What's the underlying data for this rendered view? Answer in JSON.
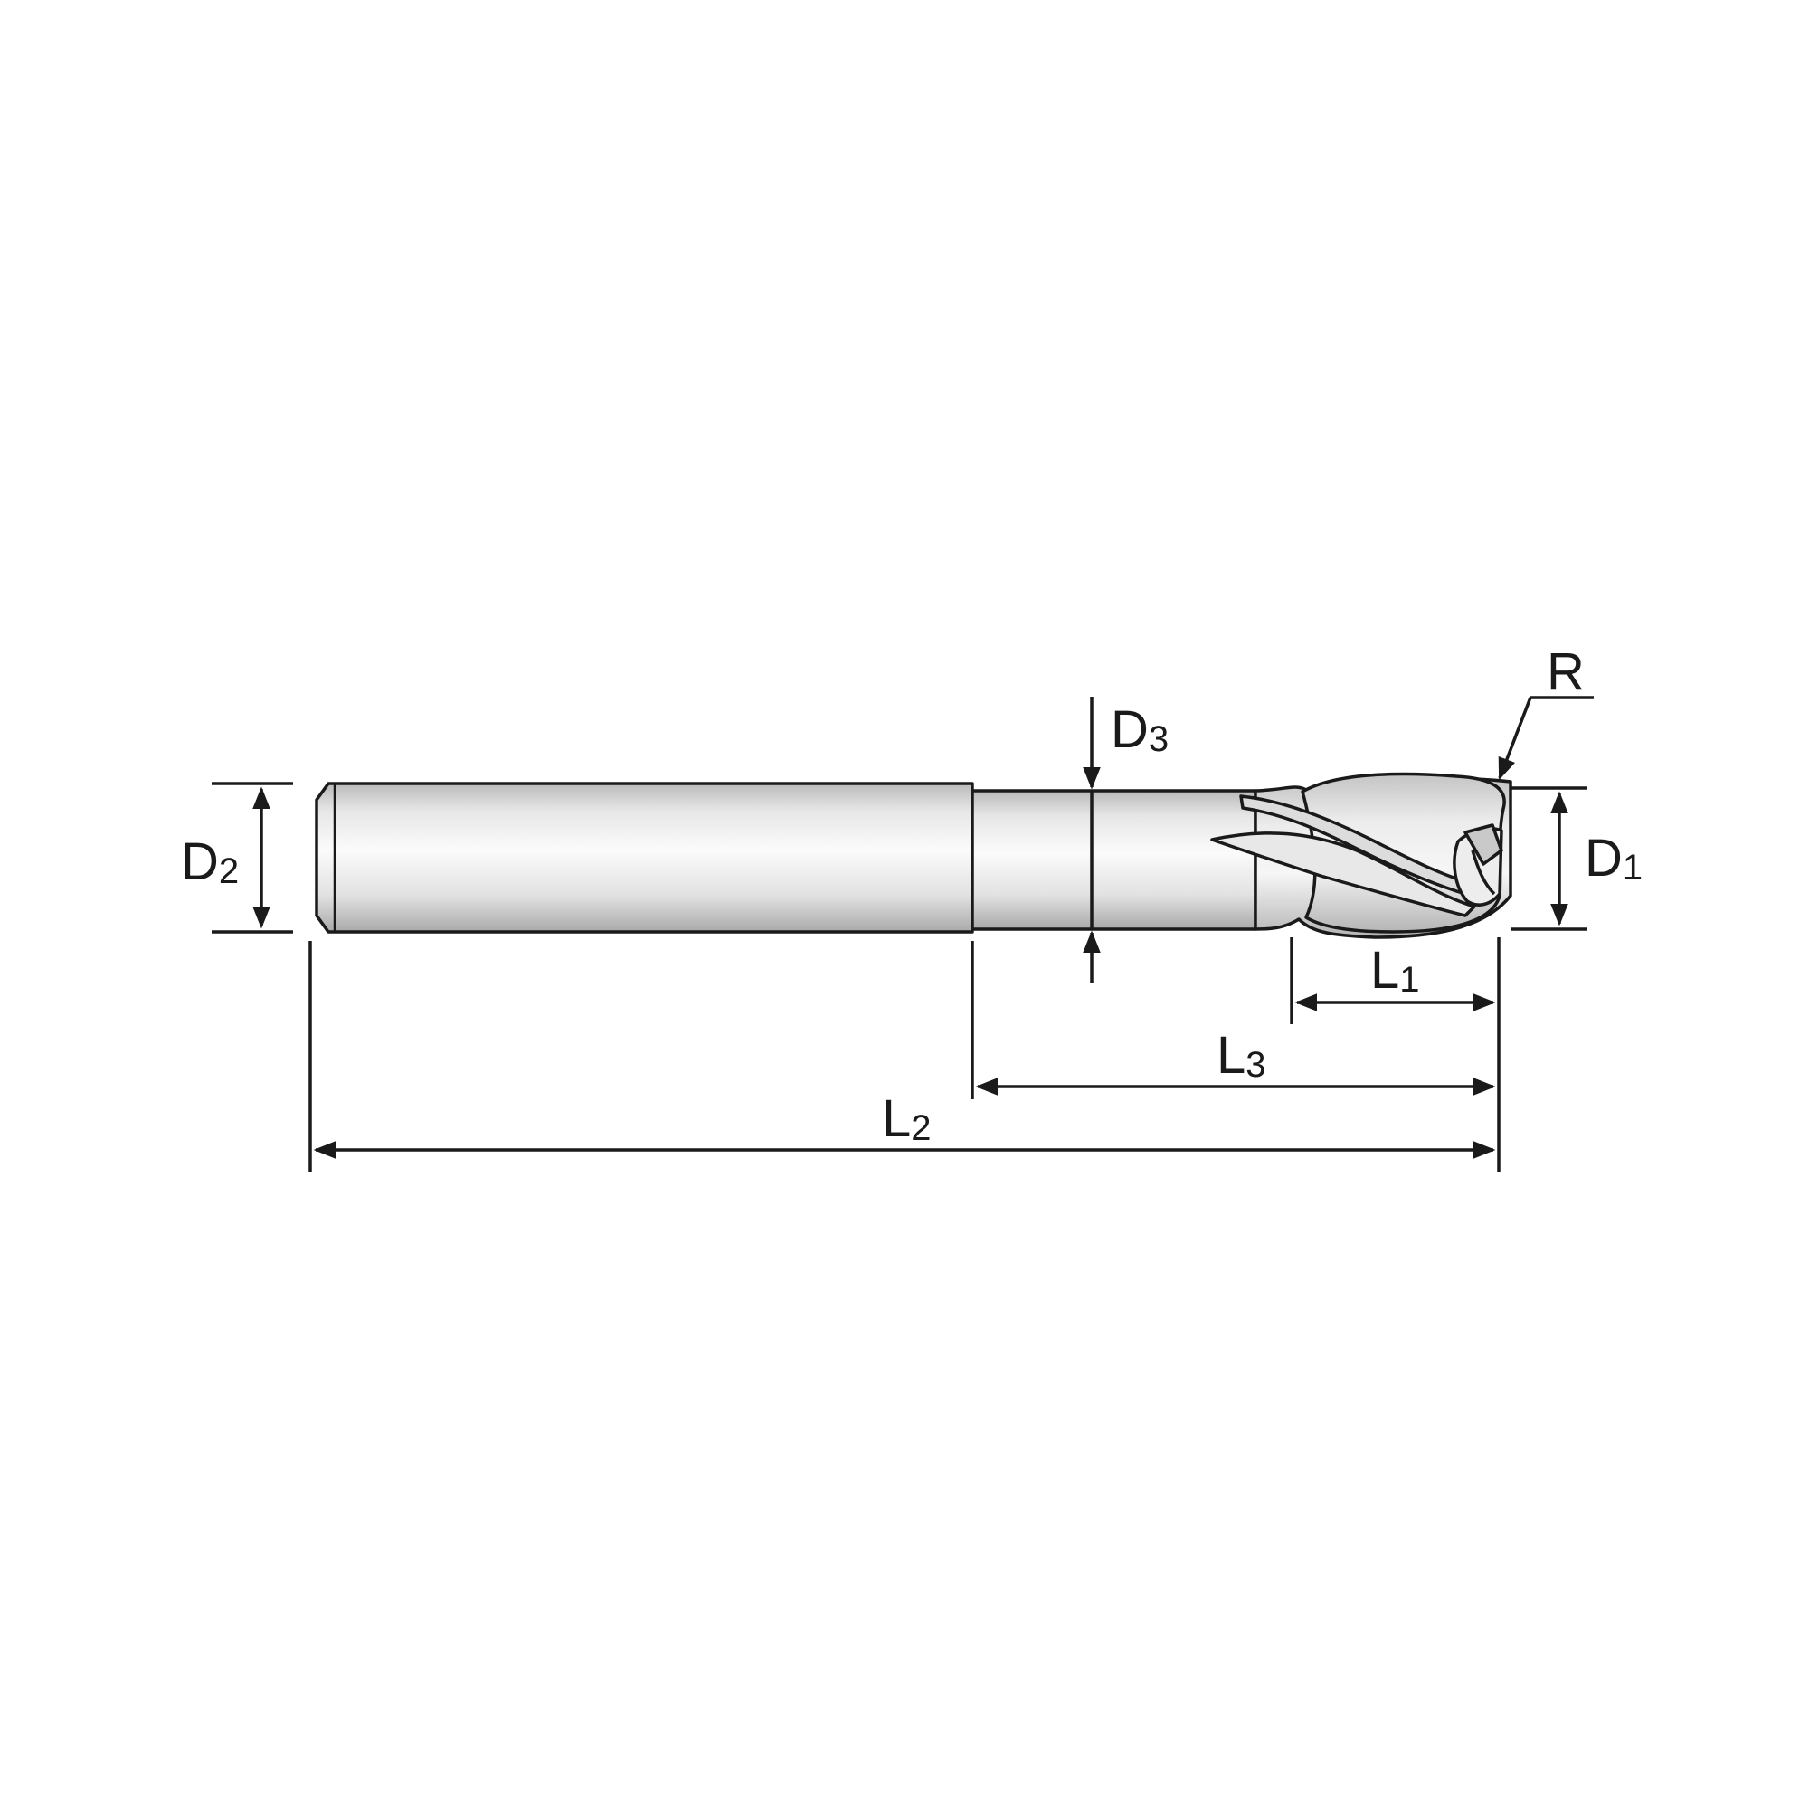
{
  "diagram": {
    "labels": {
      "d1": {
        "main": "D",
        "sub": "1"
      },
      "d2": {
        "main": "D",
        "sub": "2"
      },
      "d3": {
        "main": "D",
        "sub": "3"
      },
      "l1": {
        "main": "L",
        "sub": "1"
      },
      "l2": {
        "main": "L",
        "sub": "2"
      },
      "l3": {
        "main": "L",
        "sub": "3"
      },
      "r": {
        "main": "R"
      }
    },
    "colors": {
      "line": "#1a1a1a",
      "body_light": "#f4f4f4",
      "body_mid": "#d9d9d9",
      "body_dark": "#b0b0b0"
    }
  }
}
